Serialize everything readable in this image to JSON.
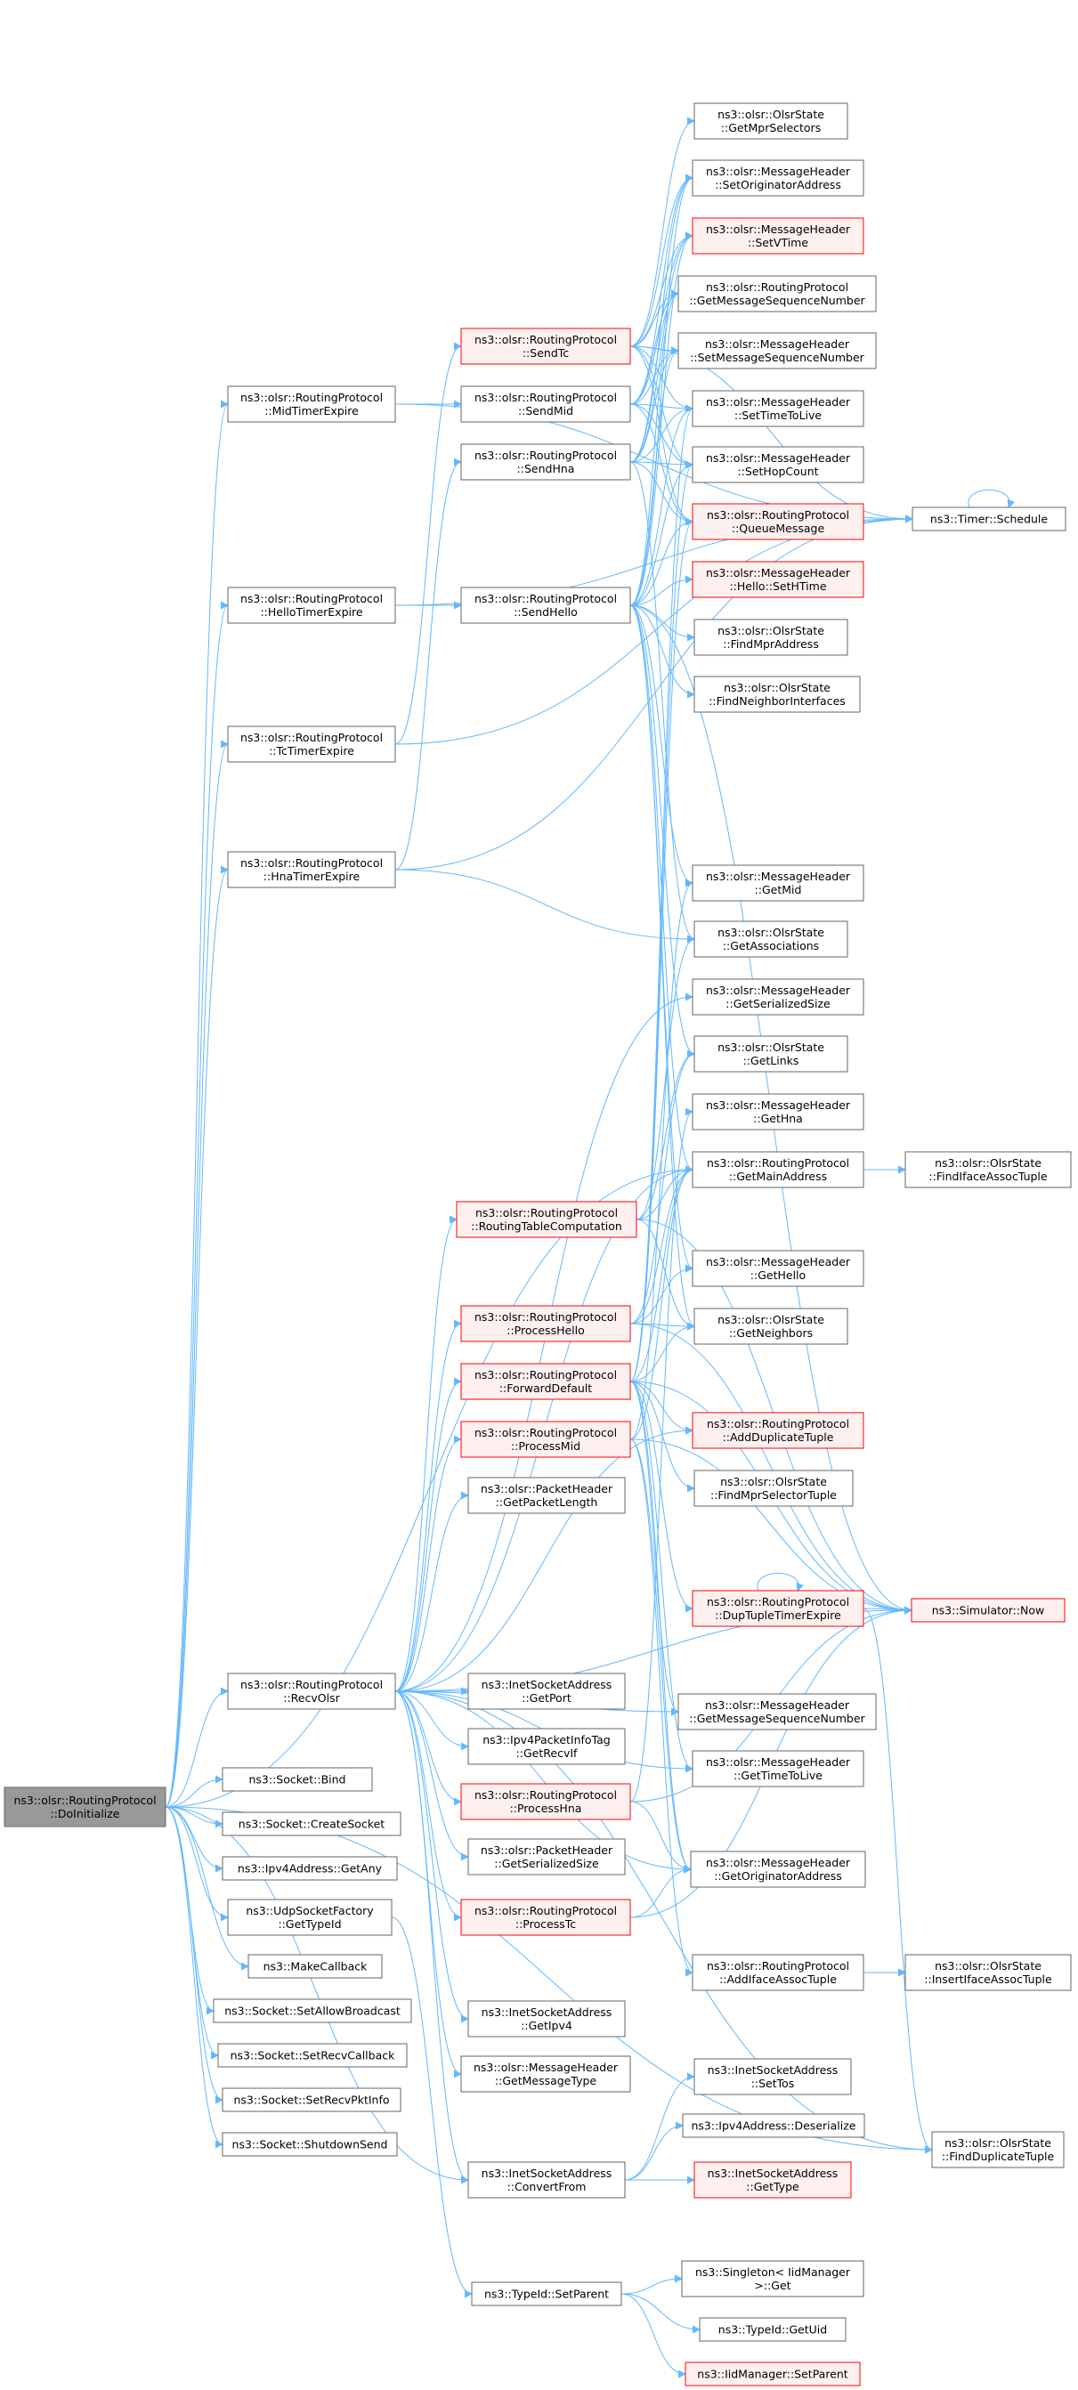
{
  "nodes": [
    {
      "id": "root",
      "lines": [
        "ns3::olsr::RoutingProtocol",
        "::DoInitialize"
      ],
      "style": "root"
    },
    {
      "id": "mid_timer",
      "lines": [
        "ns3::olsr::RoutingProtocol",
        "::MidTimerExpire"
      ],
      "style": "normal"
    },
    {
      "id": "hello_timer",
      "lines": [
        "ns3::olsr::RoutingProtocol",
        "::HelloTimerExpire"
      ],
      "style": "normal"
    },
    {
      "id": "tc_timer",
      "lines": [
        "ns3::olsr::RoutingProtocol",
        "::TcTimerExpire"
      ],
      "style": "normal"
    },
    {
      "id": "hna_timer",
      "lines": [
        "ns3::olsr::RoutingProtocol",
        "::HnaTimerExpire"
      ],
      "style": "normal"
    },
    {
      "id": "recvolsr",
      "lines": [
        "ns3::olsr::RoutingProtocol",
        "::RecvOlsr"
      ],
      "style": "normal"
    },
    {
      "id": "sock_bind",
      "lines": [
        "ns3::Socket::Bind"
      ],
      "style": "normal"
    },
    {
      "id": "sock_create",
      "lines": [
        "ns3::Socket::CreateSocket"
      ],
      "style": "normal"
    },
    {
      "id": "ipv4_getany",
      "lines": [
        "ns3::Ipv4Address::GetAny"
      ],
      "style": "normal"
    },
    {
      "id": "udp_typeid",
      "lines": [
        "ns3::UdpSocketFactory",
        "::GetTypeId"
      ],
      "style": "normal"
    },
    {
      "id": "makecallback",
      "lines": [
        "ns3::MakeCallback"
      ],
      "style": "normal"
    },
    {
      "id": "sock_allowbc",
      "lines": [
        "ns3::Socket::SetAllowBroadcast"
      ],
      "style": "normal"
    },
    {
      "id": "sock_recvcb",
      "lines": [
        "ns3::Socket::SetRecvCallback"
      ],
      "style": "normal"
    },
    {
      "id": "sock_pktinfo",
      "lines": [
        "ns3::Socket::SetRecvPktInfo"
      ],
      "style": "normal"
    },
    {
      "id": "sock_shutdown",
      "lines": [
        "ns3::Socket::ShutdownSend"
      ],
      "style": "normal"
    },
    {
      "id": "sendtc",
      "lines": [
        "ns3::olsr::RoutingProtocol",
        "::SendTc"
      ],
      "style": "red"
    },
    {
      "id": "sendmid",
      "lines": [
        "ns3::olsr::RoutingProtocol",
        "::SendMid"
      ],
      "style": "normal"
    },
    {
      "id": "sendhna",
      "lines": [
        "ns3::olsr::RoutingProtocol",
        "::SendHna"
      ],
      "style": "normal"
    },
    {
      "id": "sendhello",
      "lines": [
        "ns3::olsr::RoutingProtocol",
        "::SendHello"
      ],
      "style": "normal"
    },
    {
      "id": "rtcomp",
      "lines": [
        "ns3::olsr::RoutingProtocol",
        "::RoutingTableComputation"
      ],
      "style": "red"
    },
    {
      "id": "prochello",
      "lines": [
        "ns3::olsr::RoutingProtocol",
        "::ProcessHello"
      ],
      "style": "red"
    },
    {
      "id": "fwddefault",
      "lines": [
        "ns3::olsr::RoutingProtocol",
        "::ForwardDefault"
      ],
      "style": "red"
    },
    {
      "id": "procmid",
      "lines": [
        "ns3::olsr::RoutingProtocol",
        "::ProcessMid"
      ],
      "style": "red"
    },
    {
      "id": "pkt_len",
      "lines": [
        "ns3::olsr::PacketHeader",
        "::GetPacketLength"
      ],
      "style": "normal"
    },
    {
      "id": "isa_port",
      "lines": [
        "ns3::InetSocketAddress",
        "::GetPort"
      ],
      "style": "normal"
    },
    {
      "id": "pktinfo_recvif",
      "lines": [
        "ns3::Ipv4PacketInfoTag",
        "::GetRecvIf"
      ],
      "style": "normal"
    },
    {
      "id": "prochna",
      "lines": [
        "ns3::olsr::RoutingProtocol",
        "::ProcessHna"
      ],
      "style": "red"
    },
    {
      "id": "pkt_sersize",
      "lines": [
        "ns3::olsr::PacketHeader",
        "::GetSerializedSize"
      ],
      "style": "normal"
    },
    {
      "id": "proctc",
      "lines": [
        "ns3::olsr::RoutingProtocol",
        "::ProcessTc"
      ],
      "style": "red"
    },
    {
      "id": "isa_ipv4",
      "lines": [
        "ns3::InetSocketAddress",
        "::GetIpv4"
      ],
      "style": "normal"
    },
    {
      "id": "mh_msgtype",
      "lines": [
        "ns3::olsr::MessageHeader",
        "::GetMessageType"
      ],
      "style": "normal"
    },
    {
      "id": "isa_convert",
      "lines": [
        "ns3::InetSocketAddress",
        "::ConvertFrom"
      ],
      "style": "normal"
    },
    {
      "id": "typeid_setparent",
      "lines": [
        "ns3::TypeId::SetParent"
      ],
      "style": "normal"
    },
    {
      "id": "st_mprsel",
      "lines": [
        "ns3::olsr::OlsrState",
        "::GetMprSelectors"
      ],
      "style": "normal"
    },
    {
      "id": "mh_setorig",
      "lines": [
        "ns3::olsr::MessageHeader",
        "::SetOriginatorAddress"
      ],
      "style": "normal"
    },
    {
      "id": "mh_setvtime",
      "lines": [
        "ns3::olsr::MessageHeader",
        "::SetVTime"
      ],
      "style": "red"
    },
    {
      "id": "rp_getmsn",
      "lines": [
        "ns3::olsr::RoutingProtocol",
        "::GetMessageSequenceNumber"
      ],
      "style": "normal"
    },
    {
      "id": "mh_setmsn",
      "lines": [
        "ns3::olsr::MessageHeader",
        "::SetMessageSequenceNumber"
      ],
      "style": "normal"
    },
    {
      "id": "mh_setttl",
      "lines": [
        "ns3::olsr::MessageHeader",
        "::SetTimeToLive"
      ],
      "style": "normal"
    },
    {
      "id": "mh_sethop",
      "lines": [
        "ns3::olsr::MessageHeader",
        "::SetHopCount"
      ],
      "style": "normal"
    },
    {
      "id": "queuemsg",
      "lines": [
        "ns3::olsr::RoutingProtocol",
        "::QueueMessage"
      ],
      "style": "red"
    },
    {
      "id": "mh_sethtime",
      "lines": [
        "ns3::olsr::MessageHeader",
        "::Hello::SetHTime"
      ],
      "style": "red"
    },
    {
      "id": "st_findmpr",
      "lines": [
        "ns3::olsr::OlsrState",
        "::FindMprAddress"
      ],
      "style": "normal"
    },
    {
      "id": "st_findnbif",
      "lines": [
        "ns3::olsr::OlsrState",
        "::FindNeighborInterfaces"
      ],
      "style": "normal"
    },
    {
      "id": "mh_getmid",
      "lines": [
        "ns3::olsr::MessageHeader",
        "::GetMid"
      ],
      "style": "normal"
    },
    {
      "id": "st_getassoc",
      "lines": [
        "ns3::olsr::OlsrState",
        "::GetAssociations"
      ],
      "style": "normal"
    },
    {
      "id": "mh_getsersize",
      "lines": [
        "ns3::olsr::MessageHeader",
        "::GetSerializedSize"
      ],
      "style": "normal"
    },
    {
      "id": "st_getlinks",
      "lines": [
        "ns3::olsr::OlsrState",
        "::GetLinks"
      ],
      "style": "normal"
    },
    {
      "id": "mh_gethna",
      "lines": [
        "ns3::olsr::MessageHeader",
        "::GetHna"
      ],
      "style": "normal"
    },
    {
      "id": "rp_getmainaddr",
      "lines": [
        "ns3::olsr::RoutingProtocol",
        "::GetMainAddress"
      ],
      "style": "normal"
    },
    {
      "id": "mh_gethello",
      "lines": [
        "ns3::olsr::MessageHeader",
        "::GetHello"
      ],
      "style": "normal"
    },
    {
      "id": "st_getnb",
      "lines": [
        "ns3::olsr::OlsrState",
        "::GetNeighbors"
      ],
      "style": "normal"
    },
    {
      "id": "rp_adddup",
      "lines": [
        "ns3::olsr::RoutingProtocol",
        "::AddDuplicateTuple"
      ],
      "style": "red"
    },
    {
      "id": "st_findmprsel",
      "lines": [
        "ns3::olsr::OlsrState",
        "::FindMprSelectorTuple"
      ],
      "style": "normal"
    },
    {
      "id": "rp_duptimer",
      "lines": [
        "ns3::olsr::RoutingProtocol",
        "::DupTupleTimerExpire"
      ],
      "style": "red"
    },
    {
      "id": "mh_getmsn",
      "lines": [
        "ns3::olsr::MessageHeader",
        "::GetMessageSequenceNumber"
      ],
      "style": "normal"
    },
    {
      "id": "mh_getttl",
      "lines": [
        "ns3::olsr::MessageHeader",
        "::GetTimeToLive"
      ],
      "style": "normal"
    },
    {
      "id": "mh_getorig",
      "lines": [
        "ns3::olsr::MessageHeader",
        "::GetOriginatorAddress"
      ],
      "style": "normal"
    },
    {
      "id": "rp_addifassoc",
      "lines": [
        "ns3::olsr::RoutingProtocol",
        "::AddIfaceAssocTuple"
      ],
      "style": "normal"
    },
    {
      "id": "isa_settos",
      "lines": [
        "ns3::InetSocketAddress",
        "::SetTos"
      ],
      "style": "normal"
    },
    {
      "id": "ipv4_deser",
      "lines": [
        "ns3::Ipv4Address::Deserialize"
      ],
      "style": "normal"
    },
    {
      "id": "isa_gettype",
      "lines": [
        "ns3::InetSocketAddress",
        "::GetType"
      ],
      "style": "red"
    },
    {
      "id": "singleton_get",
      "lines": [
        "ns3::Singleton< IidManager",
        ">::Get"
      ],
      "style": "normal"
    },
    {
      "id": "typeid_getuid",
      "lines": [
        "ns3::TypeId::GetUid"
      ],
      "style": "normal"
    },
    {
      "id": "iid_setparent",
      "lines": [
        "ns3::IidManager::SetParent"
      ],
      "style": "red"
    },
    {
      "id": "timer_schedule",
      "lines": [
        "ns3::Timer::Schedule"
      ],
      "style": "normal"
    },
    {
      "id": "st_findifassoc",
      "lines": [
        "ns3::olsr::OlsrState",
        "::FindIfaceAssocTuple"
      ],
      "style": "normal"
    },
    {
      "id": "sim_now",
      "lines": [
        "ns3::Simulator::Now"
      ],
      "style": "red"
    },
    {
      "id": "st_insifassoc",
      "lines": [
        "ns3::olsr::OlsrState",
        "::InsertIfaceAssocTuple"
      ],
      "style": "normal"
    },
    {
      "id": "st_finddup",
      "lines": [
        "ns3::olsr::OlsrState",
        "::FindDuplicateTuple"
      ],
      "style": "normal"
    }
  ],
  "edges": [
    [
      "root",
      "mid_timer"
    ],
    [
      "root",
      "hello_timer"
    ],
    [
      "root",
      "tc_timer"
    ],
    [
      "root",
      "hna_timer"
    ],
    [
      "root",
      "recvolsr"
    ],
    [
      "root",
      "sock_bind"
    ],
    [
      "root",
      "sock_create"
    ],
    [
      "root",
      "ipv4_getany"
    ],
    [
      "root",
      "udp_typeid"
    ],
    [
      "root",
      "makecallback"
    ],
    [
      "root",
      "sock_allowbc"
    ],
    [
      "root",
      "sock_recvcb"
    ],
    [
      "root",
      "sock_pktinfo"
    ],
    [
      "root",
      "sock_shutdown"
    ],
    [
      "root",
      "rp_getmainaddr"
    ],
    [
      "root",
      "isa_convert"
    ],
    [
      "root",
      "st_finddup"
    ],
    [
      "mid_timer",
      "sendmid"
    ],
    [
      "mid_timer",
      "timer_schedule"
    ],
    [
      "hello_timer",
      "sendhello"
    ],
    [
      "hello_timer",
      "timer_schedule"
    ],
    [
      "tc_timer",
      "sendtc"
    ],
    [
      "tc_timer",
      "timer_schedule"
    ],
    [
      "hna_timer",
      "sendhna"
    ],
    [
      "hna_timer",
      "timer_schedule"
    ],
    [
      "hna_timer",
      "st_getassoc"
    ],
    [
      "sendtc",
      "st_mprsel"
    ],
    [
      "sendtc",
      "mh_setorig"
    ],
    [
      "sendtc",
      "mh_setvtime"
    ],
    [
      "sendtc",
      "rp_getmsn"
    ],
    [
      "sendtc",
      "mh_setmsn"
    ],
    [
      "sendtc",
      "mh_setttl"
    ],
    [
      "sendtc",
      "mh_sethop"
    ],
    [
      "sendtc",
      "queuemsg"
    ],
    [
      "sendtc",
      "timer_schedule"
    ],
    [
      "sendmid",
      "mh_setorig"
    ],
    [
      "sendmid",
      "mh_setvtime"
    ],
    [
      "sendmid",
      "rp_getmsn"
    ],
    [
      "sendmid",
      "mh_setmsn"
    ],
    [
      "sendmid",
      "mh_setttl"
    ],
    [
      "sendmid",
      "mh_sethop"
    ],
    [
      "sendmid",
      "queuemsg"
    ],
    [
      "sendhna",
      "mh_setorig"
    ],
    [
      "sendhna",
      "mh_setvtime"
    ],
    [
      "sendhna",
      "rp_getmsn"
    ],
    [
      "sendhna",
      "mh_setmsn"
    ],
    [
      "sendhna",
      "mh_setttl"
    ],
    [
      "sendhna",
      "mh_sethop"
    ],
    [
      "sendhna",
      "queuemsg"
    ],
    [
      "sendhna",
      "st_getassoc"
    ],
    [
      "sendhello",
      "mh_setorig"
    ],
    [
      "sendhello",
      "mh_setvtime"
    ],
    [
      "sendhello",
      "rp_getmsn"
    ],
    [
      "sendhello",
      "mh_setmsn"
    ],
    [
      "sendhello",
      "mh_setttl"
    ],
    [
      "sendhello",
      "mh_sethop"
    ],
    [
      "sendhello",
      "queuemsg"
    ],
    [
      "sendhello",
      "mh_sethtime"
    ],
    [
      "sendhello",
      "st_findmpr"
    ],
    [
      "sendhello",
      "st_findnbif"
    ],
    [
      "sendhello",
      "st_getlinks"
    ],
    [
      "sendhello",
      "rp_getmainaddr"
    ],
    [
      "sendhello",
      "st_getnb"
    ],
    [
      "sendhello",
      "sim_now"
    ],
    [
      "sendhello",
      "mh_gethello"
    ],
    [
      "sendhello",
      "mh_getmid"
    ],
    [
      "queuemsg",
      "timer_schedule"
    ],
    [
      "timer_schedule",
      "timer_schedule"
    ],
    [
      "rtcomp",
      "st_getlinks"
    ],
    [
      "rtcomp",
      "st_getnb"
    ],
    [
      "rtcomp",
      "st_getassoc"
    ],
    [
      "rtcomp",
      "rp_getmainaddr"
    ],
    [
      "rtcomp",
      "sim_now"
    ],
    [
      "prochello",
      "st_getlinks"
    ],
    [
      "prochello",
      "st_getnb"
    ],
    [
      "prochello",
      "rp_getmainaddr"
    ],
    [
      "prochello",
      "mh_gethello"
    ],
    [
      "prochello",
      "sim_now"
    ],
    [
      "fwddefault",
      "st_findmprsel"
    ],
    [
      "fwddefault",
      "rp_adddup"
    ],
    [
      "fwddefault",
      "rp_duptimer"
    ],
    [
      "fwddefault",
      "mh_setttl"
    ],
    [
      "fwddefault",
      "mh_sethop"
    ],
    [
      "fwddefault",
      "queuemsg"
    ],
    [
      "fwddefault",
      "rp_getmainaddr"
    ],
    [
      "fwddefault",
      "st_getnb"
    ],
    [
      "fwddefault",
      "mh_getmsn"
    ],
    [
      "fwddefault",
      "mh_getttl"
    ],
    [
      "fwddefault",
      "mh_getorig"
    ],
    [
      "fwddefault",
      "sim_now"
    ],
    [
      "procmid",
      "mh_getmid"
    ],
    [
      "procmid",
      "rp_addifassoc"
    ],
    [
      "procmid",
      "mh_getorig"
    ],
    [
      "procmid",
      "sim_now"
    ],
    [
      "procmid",
      "rp_getmainaddr"
    ],
    [
      "rp_getmainaddr",
      "st_findifassoc"
    ],
    [
      "rp_duptimer",
      "rp_duptimer"
    ],
    [
      "rp_duptimer",
      "sim_now"
    ],
    [
      "rp_duptimer",
      "st_finddup"
    ],
    [
      "rp_addifassoc",
      "st_insifassoc"
    ],
    [
      "recvolsr",
      "rtcomp"
    ],
    [
      "recvolsr",
      "prochello"
    ],
    [
      "recvolsr",
      "fwddefault"
    ],
    [
      "recvolsr",
      "procmid"
    ],
    [
      "recvolsr",
      "pkt_len"
    ],
    [
      "recvolsr",
      "isa_port"
    ],
    [
      "recvolsr",
      "pktinfo_recvif"
    ],
    [
      "recvolsr",
      "prochna"
    ],
    [
      "recvolsr",
      "pkt_sersize"
    ],
    [
      "recvolsr",
      "proctc"
    ],
    [
      "recvolsr",
      "isa_ipv4"
    ],
    [
      "recvolsr",
      "mh_msgtype"
    ],
    [
      "recvolsr",
      "isa_convert"
    ],
    [
      "recvolsr",
      "mh_getsersize"
    ],
    [
      "recvolsr",
      "rp_getmainaddr"
    ],
    [
      "recvolsr",
      "mh_getorig"
    ],
    [
      "recvolsr",
      "sim_now"
    ],
    [
      "recvolsr",
      "mh_getttl"
    ],
    [
      "recvolsr",
      "mh_getmsn"
    ],
    [
      "recvolsr",
      "st_finddup"
    ],
    [
      "recvolsr",
      "rp_adddup"
    ],
    [
      "prochna",
      "mh_gethna"
    ],
    [
      "prochna",
      "mh_getorig"
    ],
    [
      "prochna",
      "sim_now"
    ],
    [
      "proctc",
      "mh_getorig"
    ],
    [
      "proctc",
      "sim_now"
    ],
    [
      "isa_convert",
      "isa_settos"
    ],
    [
      "isa_convert",
      "ipv4_deser"
    ],
    [
      "isa_convert",
      "isa_gettype"
    ],
    [
      "udp_typeid",
      "typeid_setparent"
    ],
    [
      "typeid_setparent",
      "singleton_get"
    ],
    [
      "typeid_setparent",
      "typeid_getuid"
    ],
    [
      "typeid_setparent",
      "iid_setparent"
    ]
  ]
}
